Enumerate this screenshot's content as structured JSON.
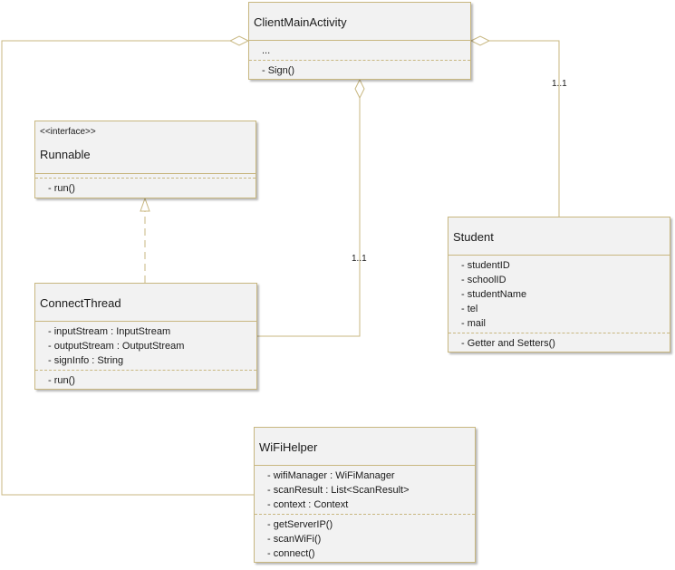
{
  "classes": {
    "client_main_activity": {
      "name": "ClientMainActivity",
      "attributes": [
        "..."
      ],
      "methods": [
        "- Sign()"
      ]
    },
    "runnable": {
      "stereotype": "<<interface>>",
      "name": "Runnable",
      "attributes": [],
      "methods": [
        "- run()"
      ]
    },
    "connect_thread": {
      "name": "ConnectThread",
      "attributes": [
        "- inputStream : InputStream",
        "- outputStream : OutputStream",
        "- signInfo : String"
      ],
      "methods": [
        "- run()"
      ]
    },
    "student": {
      "name": "Student",
      "attributes": [
        "- studentID",
        "- schoolID",
        "- studentName",
        "- tel",
        "- mail"
      ],
      "methods": [
        "- Getter and Setters()"
      ]
    },
    "wifi_helper": {
      "name": "WiFiHelper",
      "attributes": [
        "- wifiManager : WiFiManager",
        "- scanResult : List<ScanResult>",
        "- context : Context"
      ],
      "methods": [
        "- getServerIP()",
        "- scanWiFi()",
        "- connect()"
      ]
    }
  },
  "multiplicities": {
    "connect_thread": "1..1",
    "student": "1..1"
  },
  "colors": {
    "border": "#c8b780",
    "fill": "#f2f2f2",
    "line": "#c8b780"
  }
}
